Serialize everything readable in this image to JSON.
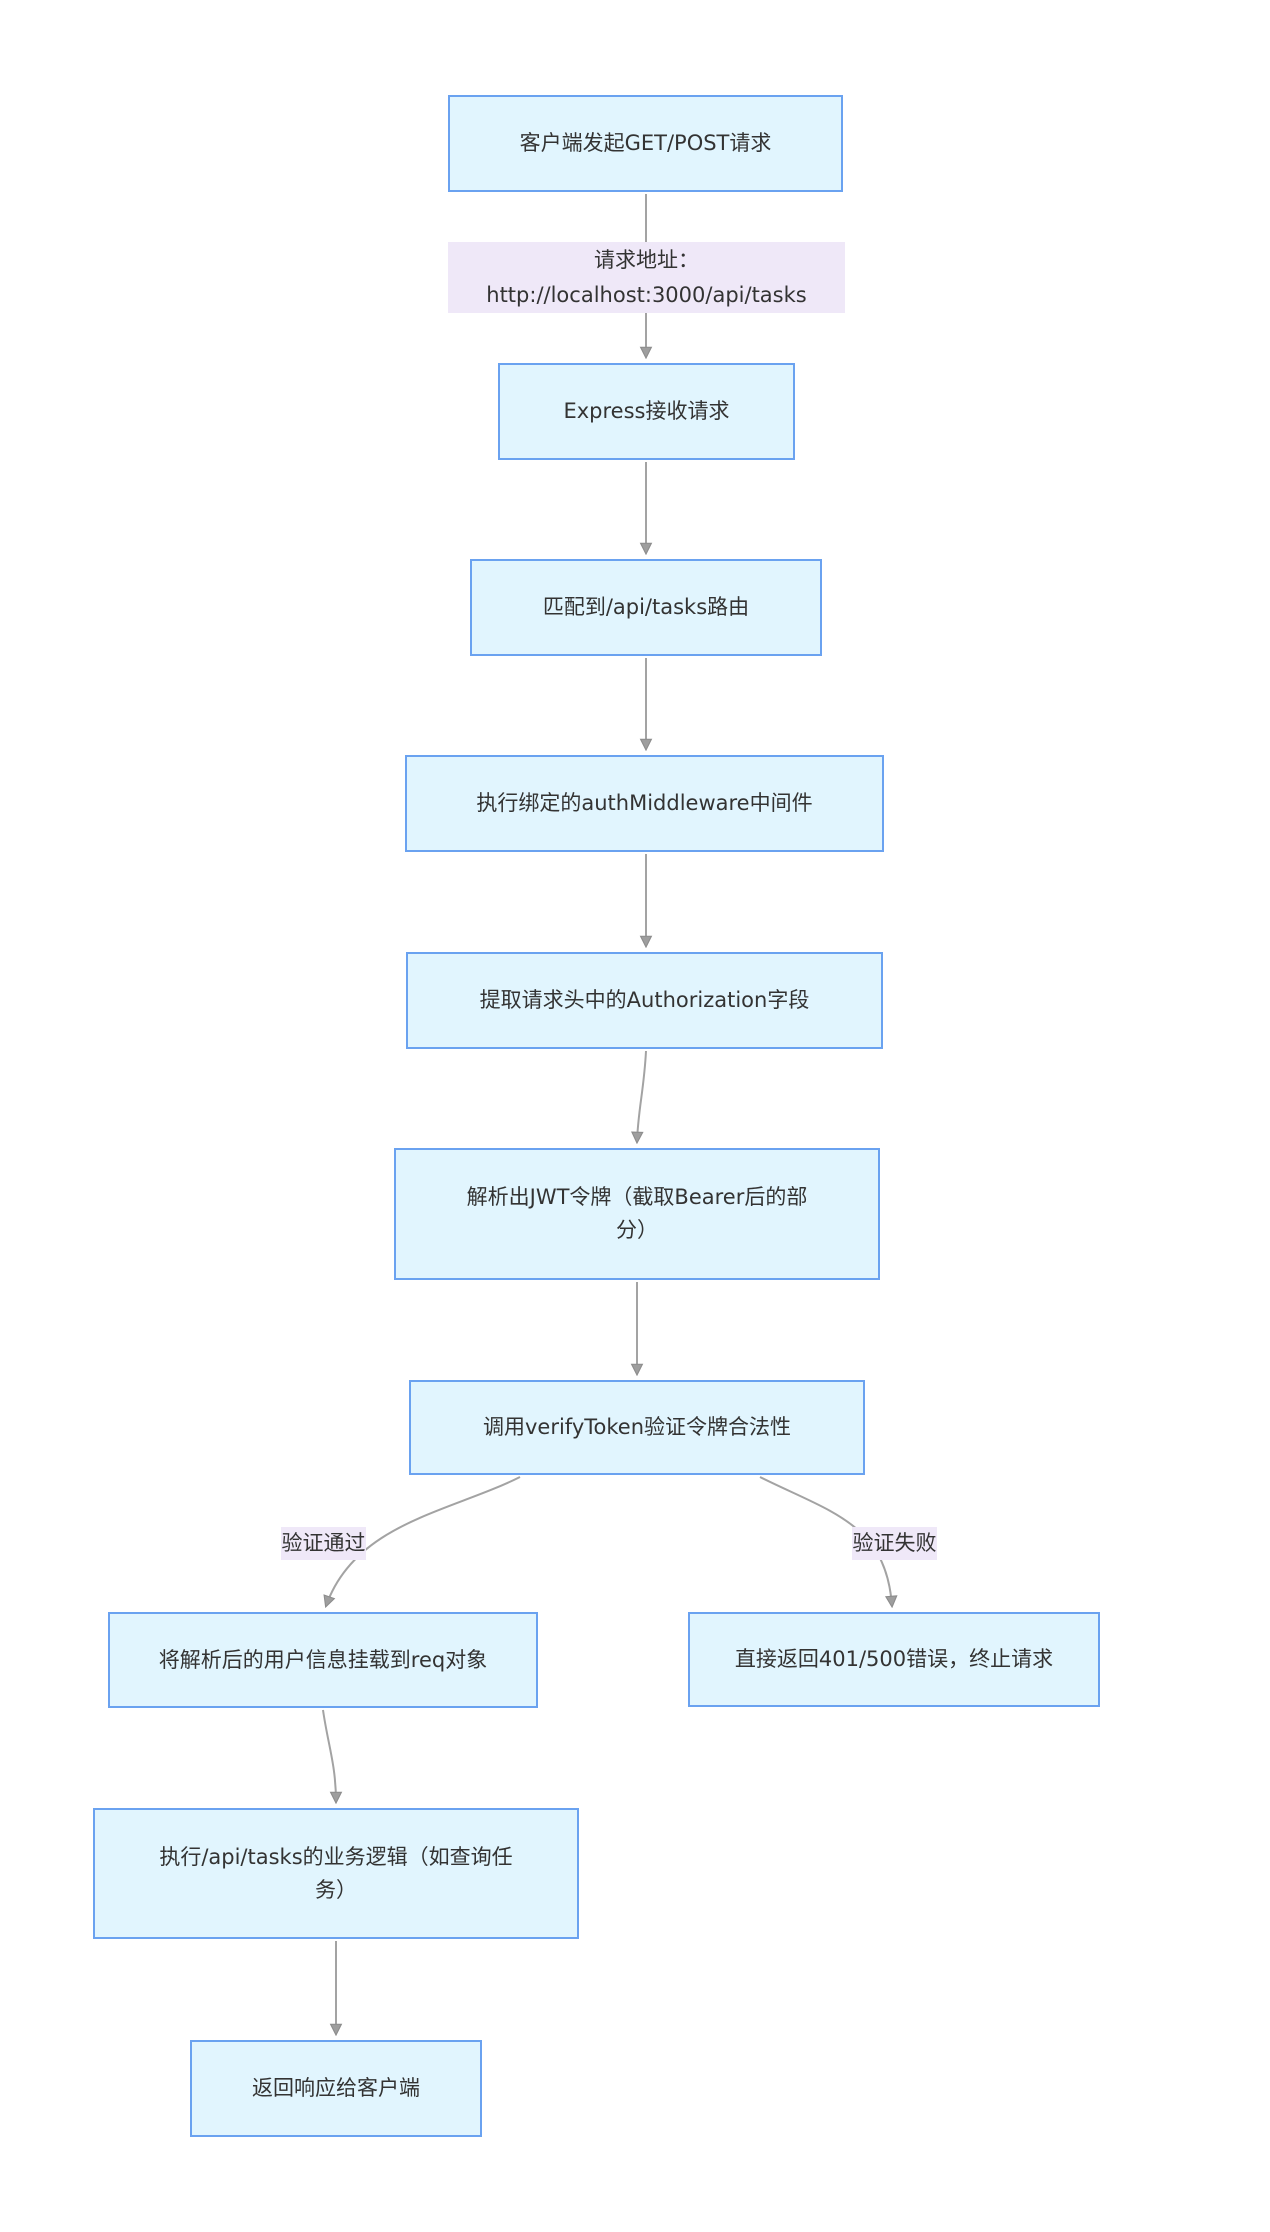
{
  "diagram": {
    "type": "flowchart",
    "direction": "top-down",
    "nodes": [
      {
        "id": "client",
        "label": "客户端发起GET/POST请求"
      },
      {
        "id": "express",
        "label": "Express接收请求"
      },
      {
        "id": "route",
        "label": "匹配到/api/tasks路由"
      },
      {
        "id": "middleware",
        "label": "执行绑定的authMiddleware中间件"
      },
      {
        "id": "auth-header",
        "label": "提取请求头中的Authorization字段"
      },
      {
        "id": "parse-jwt",
        "label": "解析出JWT令牌（截取Bearer后的部分）"
      },
      {
        "id": "verify",
        "label": "调用verifyToken验证令牌合法性"
      },
      {
        "id": "attach-user",
        "label": "将解析后的用户信息挂载到req对象"
      },
      {
        "id": "error",
        "label": "直接返回401/500错误，终止请求"
      },
      {
        "id": "business",
        "label": "执行/api/tasks的业务逻辑（如查询任务）"
      },
      {
        "id": "respond",
        "label": "返回响应给客户端"
      }
    ],
    "edge_labels": [
      {
        "id": "request-url",
        "lines": [
          "请求地址：",
          "http://localhost:3000/api/tasks"
        ]
      },
      {
        "id": "verify-pass",
        "label": "验证通过"
      },
      {
        "id": "verify-fail",
        "label": "验证失败"
      }
    ],
    "colors": {
      "background": "#FFFFFF",
      "node_fill": "#E1F5FE",
      "node_border": "#6AA2F0",
      "edge_label_bg": "#EFE8F8",
      "line": "#A3A3A3",
      "arrowhead": "#9E9E9E",
      "text": "#333333"
    }
  }
}
